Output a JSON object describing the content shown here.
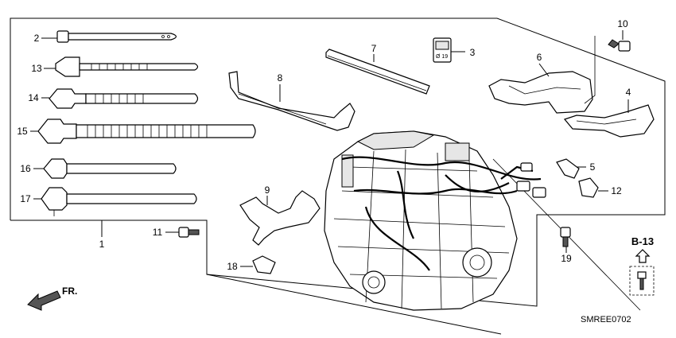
{
  "diagram_code": "SMREE0702",
  "section_ref": "B-13",
  "direction_label": "FR.",
  "callouts": {
    "c1": "1",
    "c2": "2",
    "c3": "3",
    "c4": "4",
    "c5": "5",
    "c6": "6",
    "c7": "7",
    "c8": "8",
    "c9": "9",
    "c10": "10",
    "c11": "11",
    "c12": "12",
    "c13": "13",
    "c14": "14",
    "c15": "15",
    "c16": "16",
    "c17": "17",
    "c18": "18",
    "c19": "19"
  },
  "part_markings": {
    "connector_3": "Ø 19"
  },
  "colors": {
    "line": "#000000",
    "fill_light": "#e6e6e6",
    "fill_dark": "#555555"
  }
}
